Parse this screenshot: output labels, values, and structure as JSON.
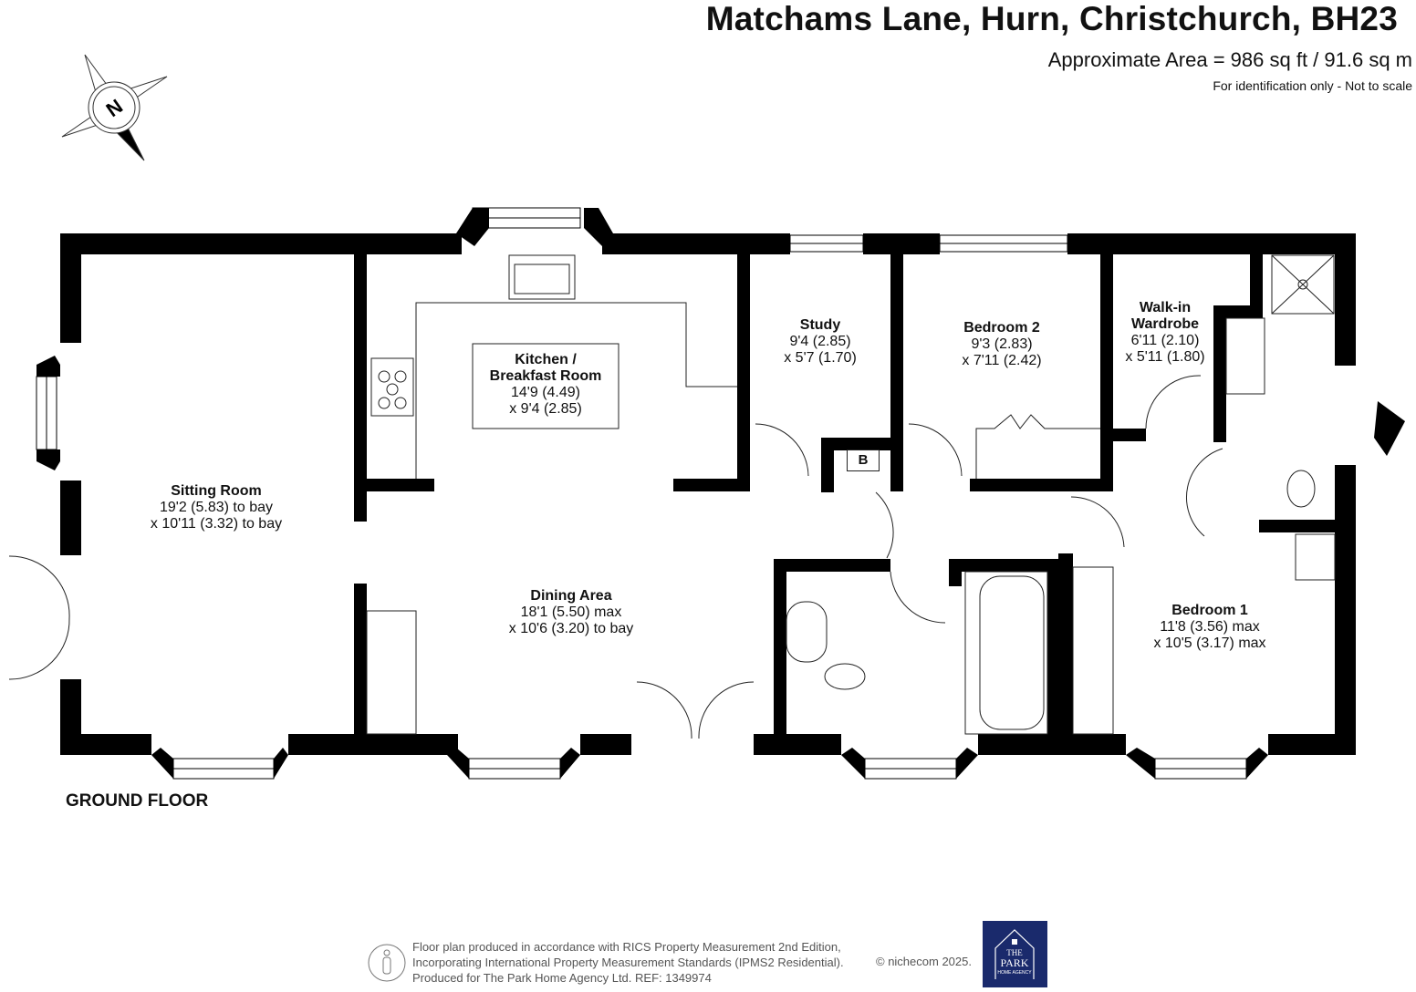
{
  "header": {
    "title": "Matchams Lane, Hurn, Christchurch, BH23",
    "area": "Approximate Area = 986 sq ft / 91.6 sq m",
    "note": "For identification only - Not to scale"
  },
  "compass": {
    "icon": "north-arrow-icon",
    "label": "N"
  },
  "floor_label": "GROUND FLOOR",
  "rooms": [
    {
      "name": "Sitting Room",
      "dim1": "19'2 (5.83) to bay",
      "dim2": "x 10'11 (3.32) to bay"
    },
    {
      "name": "Kitchen /",
      "name2": "Breakfast Room",
      "dim1": "14'9 (4.49)",
      "dim2": "x 9'4 (2.85)"
    },
    {
      "name": "Dining Area",
      "dim1": "18'1 (5.50) max",
      "dim2": "x 10'6 (3.20) to bay"
    },
    {
      "name": "Study",
      "dim1": "9'4 (2.85)",
      "dim2": "x 5'7 (1.70)"
    },
    {
      "name": "Bedroom 2",
      "dim1": "9'3 (2.83)",
      "dim2": "x 7'11 (2.42)"
    },
    {
      "name": "Walk-in",
      "name2": "Wardrobe",
      "dim1": "6'11 (2.10)",
      "dim2": "x 5'11 (1.80)"
    },
    {
      "name": "Bedroom 1",
      "dim1": "11'8 (3.56) max",
      "dim2": "x 10'5 (3.17) max"
    }
  ],
  "boiler_label": "B",
  "footer": {
    "line1": "Floor plan produced in accordance with RICS Property Measurement 2nd Edition,",
    "line2": "Incorporating International Property Measurement Standards (IPMS2 Residential).",
    "line3": "Produced for The Park Home Agency Ltd.   REF:  1349974",
    "copyright": "© nichecom 2025.",
    "logo": {
      "line1": "THE",
      "line2": "PARK",
      "line3": "HOME AGENCY",
      "color": "#1a2a6c"
    }
  }
}
